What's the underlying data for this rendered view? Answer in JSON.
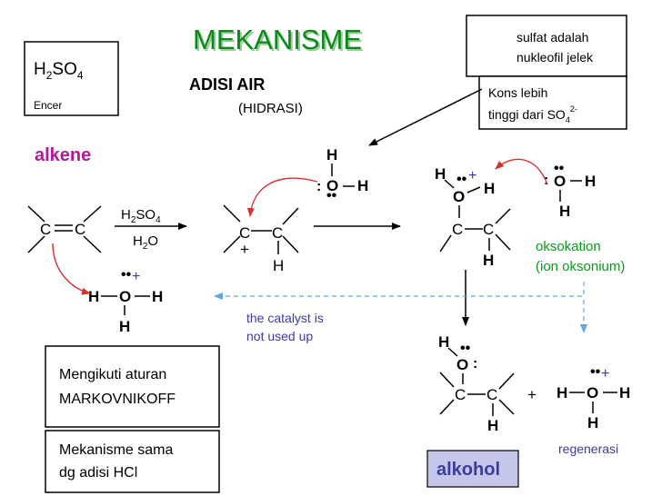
{
  "title": "MEKANISME",
  "subtitle": "ADISI AIR",
  "subtitle_paren": "(HIDRASI)",
  "reagent_box": {
    "formula": [
      "H",
      "2",
      "SO",
      "4"
    ],
    "note": "Encer"
  },
  "note_box1": {
    "line1": "sulfat adalah",
    "line2": "nukleofil jelek"
  },
  "note_box2": {
    "line1": "Kons lebih",
    "line2_prefix": "tinggi dari SO",
    "sub": "4",
    "sup": "2-"
  },
  "labels": {
    "alkene": "alkene",
    "oksokation_1": "oksokation",
    "oksokation_2": "(ion oksonium)",
    "catalyst_1": "the catalyst is",
    "catalyst_2": "not used up",
    "alkohol": "alkohol",
    "regenerasi": "regenerasi"
  },
  "reagent_arrow": {
    "top": [
      "H",
      "2",
      "SO",
      "4"
    ],
    "bottom": [
      "H",
      "2",
      "O"
    ]
  },
  "rule_box1": {
    "line1": "Mengikuti aturan",
    "line2": "MARKOVNIKOFF"
  },
  "rule_box2": {
    "line1": "Mekanisme sama",
    "line2": "dg adisi HCl"
  },
  "atoms": {
    "C": "C",
    "H": "H",
    "O": "O",
    "plus": "+",
    "lone_pair": ":",
    "dots2": "••"
  },
  "colors": {
    "title": "#0a8a1a",
    "alkene": "#b8179a",
    "green_note": "#0a9a1a",
    "blue_note": "#3c3c9c",
    "alkohol_bg": "#c6c6ea",
    "red_arrow": "#d93030",
    "dashed": "#5aa9e6"
  }
}
